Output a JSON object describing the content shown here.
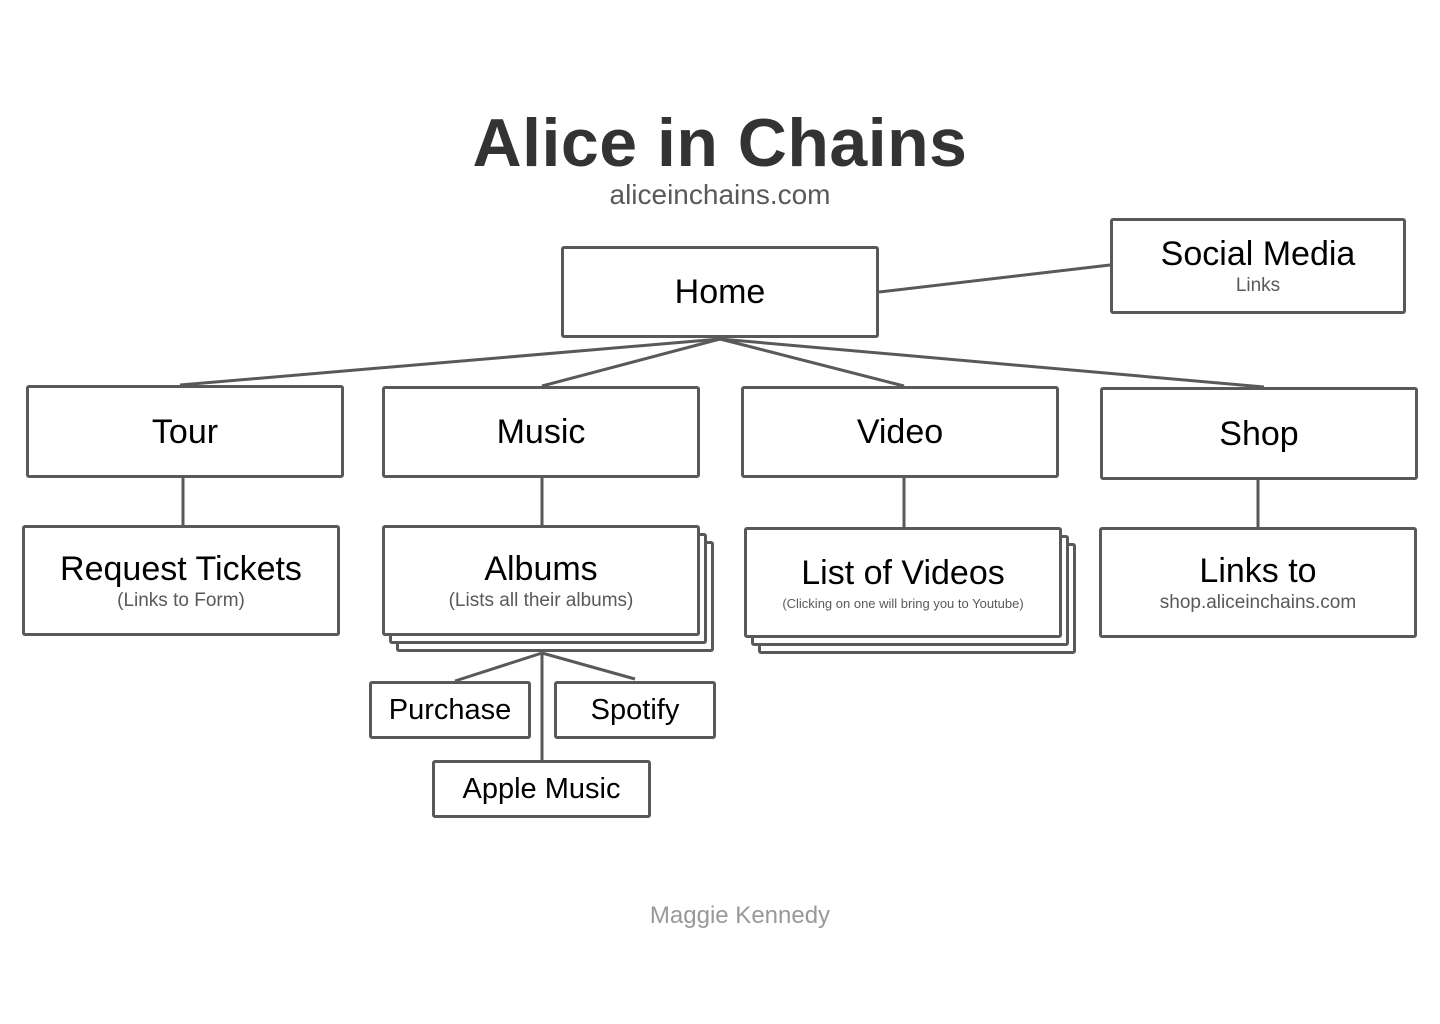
{
  "title": "Alice in Chains",
  "subtitle": "aliceinchains.com",
  "author": "Maggie Kennedy",
  "nodes": {
    "home": {
      "label": "Home"
    },
    "social": {
      "label": "Social Media",
      "sub": "Links"
    },
    "tour": {
      "label": "Tour"
    },
    "music": {
      "label": "Music"
    },
    "video": {
      "label": "Video"
    },
    "shop": {
      "label": "Shop"
    },
    "tickets": {
      "label": "Request Tickets",
      "sub": "(Links to Form)"
    },
    "albums": {
      "label": "Albums",
      "sub": "(Lists all their albums)"
    },
    "videos": {
      "label": "List of Videos",
      "sub": "(Clicking on one will bring you to Youtube)"
    },
    "shoplinks": {
      "label": "Links to",
      "sub": "shop.aliceinchains.com"
    },
    "purchase": {
      "label": "Purchase"
    },
    "spotify": {
      "label": "Spotify"
    },
    "apple": {
      "label": "Apple Music"
    }
  }
}
